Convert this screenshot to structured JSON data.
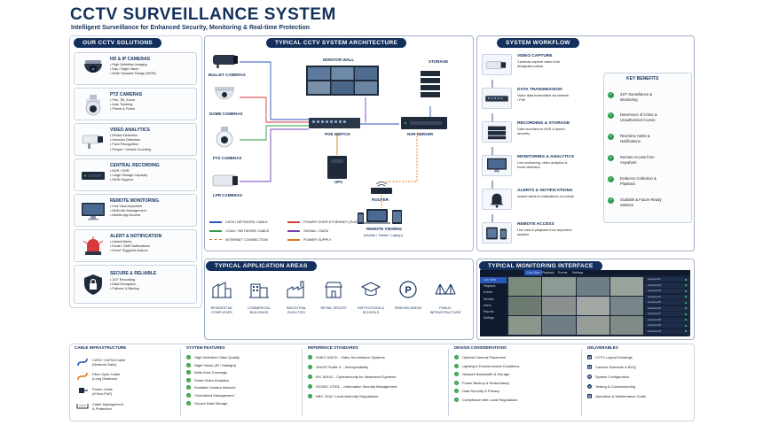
{
  "header": {
    "title": "CCTV SURVEILLANCE SYSTEM",
    "subtitle": "Intelligent Surveillance for Enhanced Security, Monitoring & Real-time Protection"
  },
  "solutions": {
    "heading": "OUR CCTV SOLUTIONS",
    "items": [
      {
        "title": "HD & IP CAMERAS",
        "icon": "dome-camera-icon",
        "lines": [
          "High Definition Imaging",
          "Day / Night Vision",
          "Wide Dynamic Range (WDR)"
        ]
      },
      {
        "title": "PTZ CAMERAS",
        "icon": "ptz-camera-icon",
        "lines": [
          "Pan, Tilt, Zoom",
          "Auto Tracking",
          "Preset & Patrol"
        ]
      },
      {
        "title": "VIDEO ANALYTICS",
        "icon": "bullet-camera-icon",
        "lines": [
          "Motion Detection",
          "Intrusion Detection",
          "Face Recognition",
          "People / Vehicle Counting"
        ]
      },
      {
        "title": "CENTRAL RECORDING",
        "icon": "nvr-icon",
        "lines": [
          "NVR / DVR",
          "Large Storage Capacity",
          "RAID Support"
        ]
      },
      {
        "title": "REMOTE MONITORING",
        "icon": "monitor-icon",
        "lines": [
          "Live View Anywhere",
          "Multi-site Management",
          "Mobile App Access"
        ]
      },
      {
        "title": "ALERT & NOTIFICATION",
        "icon": "alarm-light-icon",
        "lines": [
          "Instant Alerts",
          "Email / SMS Notifications",
          "Event Triggered Actions"
        ]
      },
      {
        "title": "SECURE & RELIABLE",
        "icon": "shield-lock-icon",
        "lines": [
          "24/7 Recording",
          "Data Encryption",
          "Failover & Backup"
        ]
      }
    ]
  },
  "architecture": {
    "heading": "TYPICAL CCTV SYSTEM ARCHITECTURE",
    "bullet": "BULLET CAMERAS",
    "dome": "DOME CAMERAS",
    "ptz": "PTZ CAMERAS",
    "lpr": "LPR CAMERAS",
    "monitor_wall": "MONITOR WALL",
    "storage": "STORAGE",
    "poe_switch": "POE SWITCH",
    "nvr_server": "NVR SERVER",
    "ups": "UPS",
    "router": "ROUTER",
    "remote_viewing": "REMOTE VIEWING",
    "remote_viewing_sub": "(Mobile / Tablet / Laptop)",
    "legend": [
      {
        "label": "CAT6 / NETWORK CABLE",
        "color": "#2a56b8",
        "dash": false
      },
      {
        "label": "POWER OVER ETHERNET (PoE)",
        "color": "#d63a3a",
        "dash": false
      },
      {
        "label": "COAX / NETWORK CABLE",
        "color": "#2e9c4a",
        "dash": false
      },
      {
        "label": "SIGNAL / DATA",
        "color": "#7a3fb0",
        "dash": false
      },
      {
        "label": "INTERNET CONNECTION",
        "color": "#e07a1a",
        "dash": true
      },
      {
        "label": "POWER SUPPLY",
        "color": "#e07a1a",
        "dash": false
      }
    ]
  },
  "workflow": {
    "heading": "SYSTEM WORKFLOW",
    "steps": [
      {
        "title": "VIDEO CAPTURE",
        "text": "Cameras capture video from designated areas",
        "icon": "camera-icon"
      },
      {
        "title": "DATA TRANSMISSION",
        "text": "Video data transmitted via network / PoE",
        "icon": "switch-icon"
      },
      {
        "title": "RECORDING & STORAGE",
        "text": "Data recorded on NVR & stored securely",
        "icon": "storage-icon"
      },
      {
        "title": "MONITORING & ANALYTICS",
        "text": "Live monitoring, video analytics & event detection",
        "icon": "monitor-icon"
      },
      {
        "title": "ALERTS & NOTIFICATIONS",
        "text": "Instant alerts & notifications on events",
        "icon": "bell-icon"
      },
      {
        "title": "REMOTE ACCESS",
        "text": "Live view & playback from anywhere, anytime",
        "icon": "devices-icon"
      }
    ]
  },
  "benefits": {
    "heading": "KEY BENEFITS",
    "items": [
      "24/7 Surveillance & Monitoring",
      "Deterrence of Crime & Unauthorized Access",
      "Real-time Alerts & Notifications",
      "Remote Access from Anywhere",
      "Evidence Collection & Playback",
      "Scalable & Future Ready Solution"
    ]
  },
  "applications": {
    "heading": "TYPICAL APPLICATION AREAS",
    "items": [
      {
        "label": "RESIDENTIAL COMPLEXES",
        "icon": "residential-icon"
      },
      {
        "label": "COMMERCIAL BUILDINGS",
        "icon": "commercial-icon"
      },
      {
        "label": "INDUSTRIAL FACILITIES",
        "icon": "factory-icon"
      },
      {
        "label": "RETAIL SPACES",
        "icon": "store-icon"
      },
      {
        "label": "INSTITUTIONS & SCHOOLS",
        "icon": "school-icon"
      },
      {
        "label": "PARKING AREAS",
        "icon": "parking-icon"
      },
      {
        "label": "PUBLIC INFRASTRUCTURE",
        "icon": "bridge-icon"
      }
    ]
  },
  "interface": {
    "heading": "TYPICAL MONITORING INTERFACE",
    "tabs": [
      "Live View",
      "Playback",
      "Events",
      "Settings"
    ],
    "sidebar": [
      "Live View",
      "Playback",
      "Events",
      "Devices",
      "Users",
      "Reports",
      "Settings"
    ],
    "cameras": [
      "Camera 01",
      "Camera 02",
      "Camera 03",
      "Camera 04",
      "Camera 05",
      "Camera 06",
      "Camera 07",
      "Camera 08",
      "Camera 09",
      "Camera 10"
    ]
  },
  "bottom": {
    "cable": {
      "heading": "CABLE INFRASTRUCTURE",
      "items": [
        {
          "name": "CAT6 / CAT6A Cable",
          "sub": "(Network Data)"
        },
        {
          "name": "Fiber Optic Cable",
          "sub": "(Long Distance)"
        },
        {
          "name": "Power Cable",
          "sub": "(If Non-PoE)"
        },
        {
          "name": "Cable Management",
          "sub": "& Protection"
        }
      ]
    },
    "features": {
      "heading": "SYSTEM FEATURES",
      "items": [
        "High Definition Video Quality",
        "Night Vision (IR / Starlight)",
        "Wide Area Coverage",
        "Smart Video Analytics",
        "Scalable Camera Network",
        "Centralized Management",
        "Secure Data Storage"
      ]
    },
    "standards": {
      "heading": "REFERENCE STANDARDS",
      "items": [
        "IS/IEC 62676 – Video Surveillance Systems",
        "ONVIF Profile S – Interoperability",
        "IEC 62443 – Cybersecurity for Networked Systems",
        "ISO/IEC 27001 – Information Security Management",
        "NBC 2016 / Local Authority Regulations"
      ]
    },
    "design": {
      "heading": "DESIGN CONSIDERATIONS",
      "items": [
        "Optimal Camera Placement",
        "Lighting & Environmental Conditions",
        "Network Bandwidth & Storage",
        "Power Backup & Redundancy",
        "Data Security & Privacy",
        "Compliance with Local Regulations"
      ]
    },
    "deliverables": {
      "heading": "DELIVERABLES",
      "items": [
        "CCTV Layout Drawings",
        "Camera Schedule & BOQ",
        "System Configuration",
        "Testing & Commissioning",
        "Operation & Maintenance Guide"
      ]
    }
  },
  "colors": {
    "navy": "#13305c",
    "green": "#2e9c4a",
    "blue": "#2a56b8",
    "red": "#d63a3a",
    "purple": "#7a3fb0",
    "orange": "#e07a1a"
  }
}
